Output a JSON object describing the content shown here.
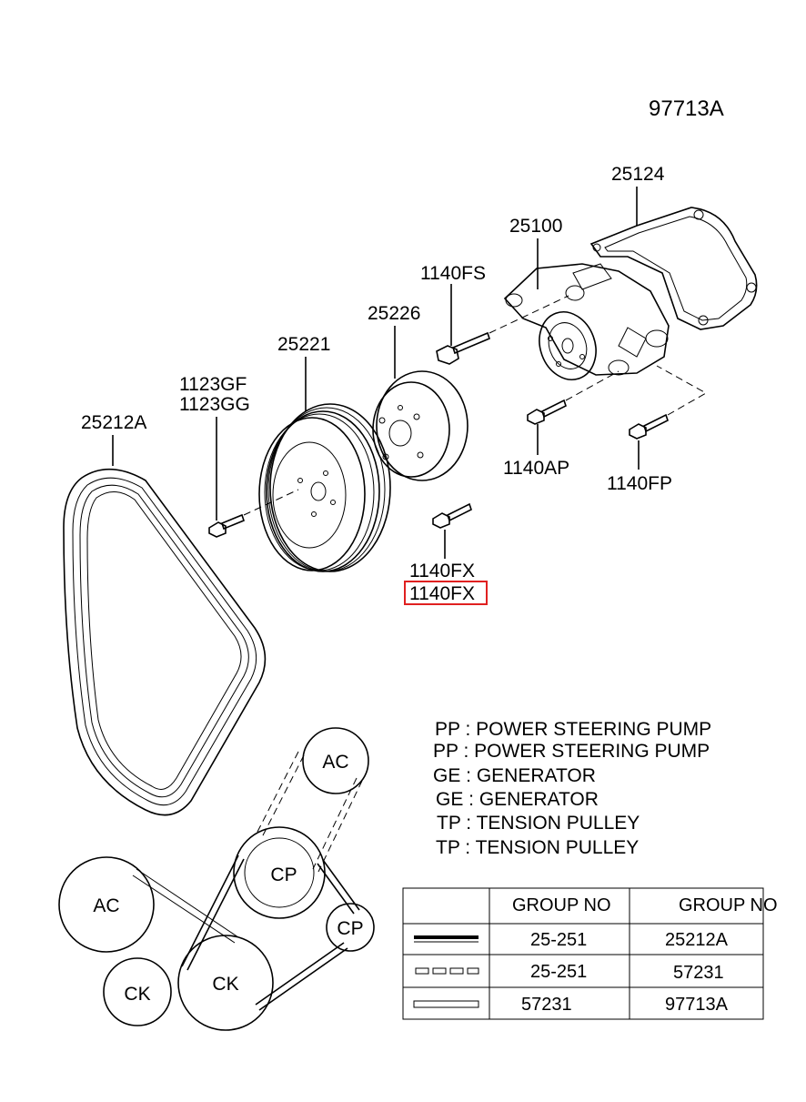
{
  "diagram": {
    "ref_label": "97713A",
    "part_labels": {
      "p25124": "25124",
      "p25100": "25100",
      "p1140FS": "1140FS",
      "p25226": "25226",
      "p25221": "25221",
      "p1123GF": "1123GF",
      "p1123GG": "1123GG",
      "p25212A": "25212A",
      "p1140AP": "1140AP",
      "p1140FP": "1140FP",
      "p1140FX_1": "1140FX",
      "p1140FX_2": "1140FX"
    },
    "highlighted_label": "1140FX",
    "legend": [
      "PP : POWER STEERING PUMP",
      "PP : POWER STEERING PUMP",
      "GE : GENERATOR",
      "GE : GENERATOR",
      "TP : TENSION PULLEY",
      "TP : TENSION PULLEY"
    ],
    "layout_pulleys": {
      "AC_top": "AC",
      "CP_top": "CP",
      "CP_small": "CP",
      "AC_left": "AC",
      "CK_small": "CK",
      "CK_big": "CK"
    },
    "table": {
      "headers": [
        "",
        "GROUP NO",
        "GROUP NO"
      ],
      "rows": [
        {
          "line": "solid-double",
          "c1": "25-251",
          "c2": "25212A"
        },
        {
          "line": "dashed-boxes",
          "c1": "25-251",
          "c2": "57231"
        },
        {
          "line": "outline",
          "c1": "57231",
          "c2": "97713A"
        }
      ]
    },
    "colors": {
      "highlight": "#e02020",
      "ink": "#000000"
    }
  }
}
